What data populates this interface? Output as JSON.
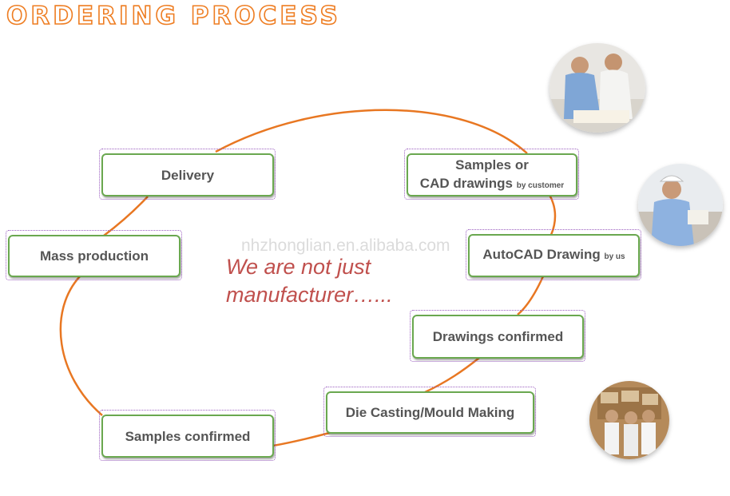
{
  "title": "ORDERING PROCESS",
  "steps": {
    "samples": {
      "main": "Samples or",
      "main2": "CAD drawings",
      "note": "by customer"
    },
    "autocad": {
      "main": "AutoCAD Drawing",
      "note": "by us"
    },
    "drawings_confirmed": {
      "main": "Drawings confirmed"
    },
    "die_casting": {
      "main": "Die Casting/Mould Making"
    },
    "samples_confirmed": {
      "main": "Samples confirmed"
    },
    "mass_production": {
      "main": "Mass production"
    },
    "delivery": {
      "main": "Delivery"
    }
  },
  "slogan": {
    "line1": "We are not just",
    "line2": "manufacturer…..."
  },
  "watermark": "nhzhonglian.en.alibaba.com",
  "colors": {
    "title": "#ee7d22",
    "cycle": "#e87722",
    "box_border": "#6aa84f",
    "slogan": "#c0504d"
  }
}
